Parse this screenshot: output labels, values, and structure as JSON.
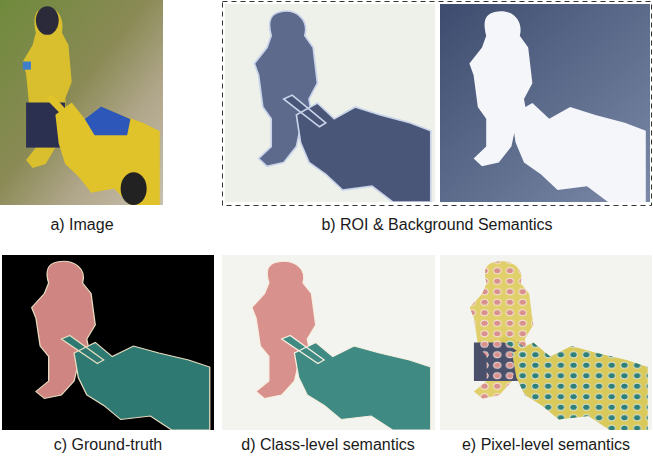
{
  "diagram": {
    "labels": [
      "a) Image",
      "b) ROI & Background Semantics",
      "c) Ground-truth",
      "d) Class-level semantics",
      "e) Pixel-level semantics"
    ]
  }
}
